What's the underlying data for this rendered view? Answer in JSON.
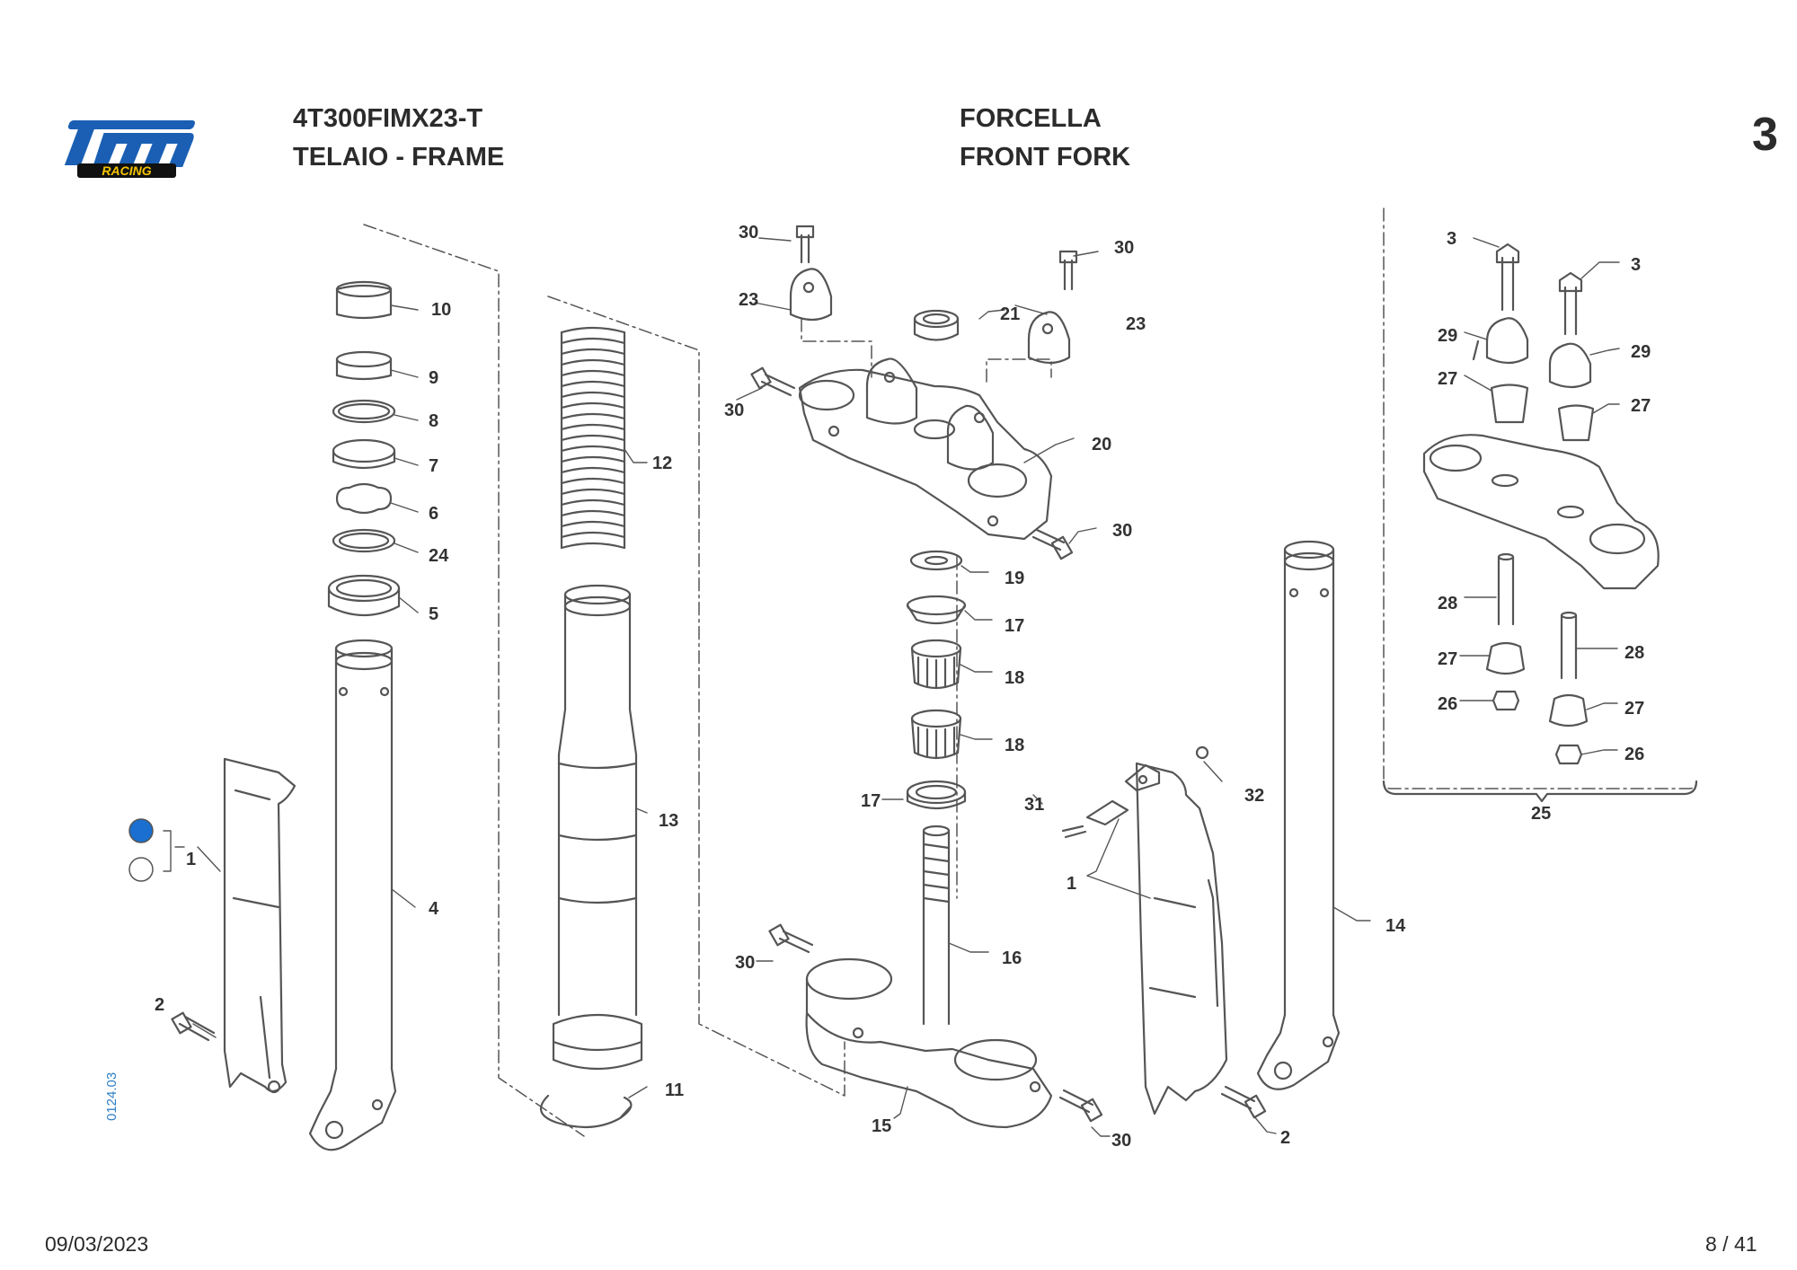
{
  "header": {
    "model_code": "4T300FIMX23-T",
    "group_name": "TELAIO - FRAME",
    "section_title_it": "FORCELLA",
    "section_title_en": "FRONT FORK",
    "table_number": "3"
  },
  "logo": {
    "text": "tm",
    "subtext": "RACING",
    "color": "#1a5fb4",
    "accent": "#f5c400"
  },
  "footer": {
    "date": "09/03/2023",
    "page": "8 / 41"
  },
  "diagram_code": "0124.03",
  "colors": {
    "line": "#555555",
    "option_blue": "#1a6fd0"
  },
  "callouts": [
    "10",
    "9",
    "8",
    "7",
    "6",
    "24",
    "5",
    "4",
    "1",
    "2",
    "12",
    "13",
    "11",
    "30",
    "23",
    "21",
    "20",
    "19",
    "17",
    "18",
    "16",
    "15",
    "31",
    "32",
    "14",
    "3",
    "29",
    "27",
    "28",
    "26",
    "25"
  ]
}
